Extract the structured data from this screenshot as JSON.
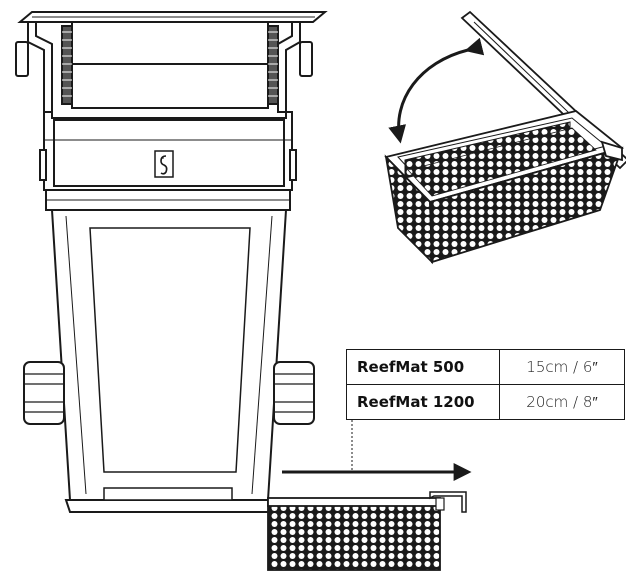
{
  "table": {
    "rows": [
      {
        "model": "ReefMat 500",
        "size": "15cm / 6″"
      },
      {
        "model": "ReefMat 1200",
        "size": "20cm / 8″"
      }
    ]
  },
  "icons": {
    "logo": "seahorse-logo",
    "rotate_arrow": "curved-double-arrow-icon",
    "slide_arrow": "right-arrow-icon"
  }
}
